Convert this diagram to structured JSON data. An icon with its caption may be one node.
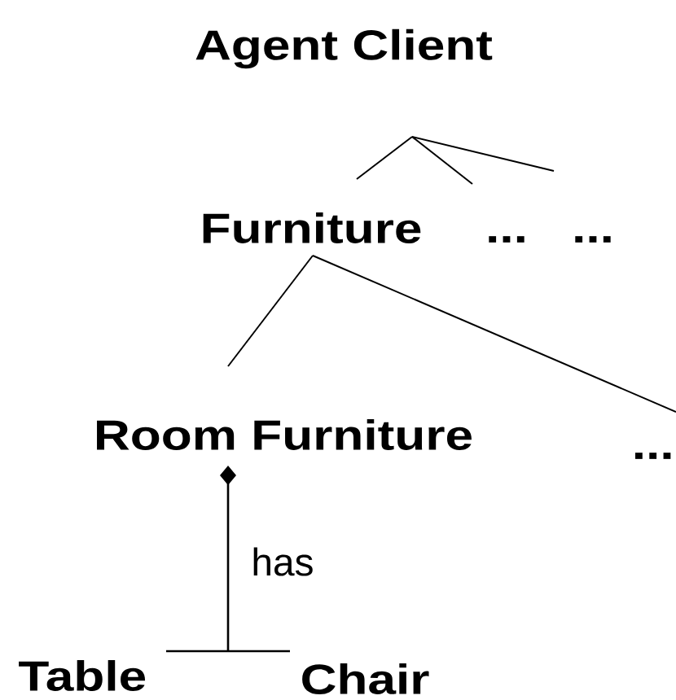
{
  "diagram": {
    "nodes": [
      {
        "text": [
          "Agent Client"
        ]
      },
      {
        "text": [
          "Furniture"
        ]
      },
      {
        "text": [
          "..."
        ]
      },
      {
        "text": [
          "..."
        ]
      },
      {
        "text": [
          "Room Furniture"
        ]
      },
      {
        "text": [
          "..."
        ]
      },
      {
        "text": [
          "Table"
        ]
      },
      {
        "text": [
          "Chair"
        ]
      }
    ],
    "edges": [
      {
        "from": 0,
        "to": 1,
        "arrow": "none"
      },
      {
        "from": 0,
        "to": 2,
        "arrow": "none"
      },
      {
        "from": 0,
        "to": 3,
        "arrow": "none"
      },
      {
        "from": 1,
        "to": 4,
        "arrow": "none"
      },
      {
        "from": 1,
        "to": 5,
        "arrow": "none"
      },
      {
        "from": 4,
        "to": 6,
        "arrow": "other",
        "label": "has"
      },
      {
        "from": 4,
        "to": 7,
        "arrow": "other"
      }
    ]
  }
}
